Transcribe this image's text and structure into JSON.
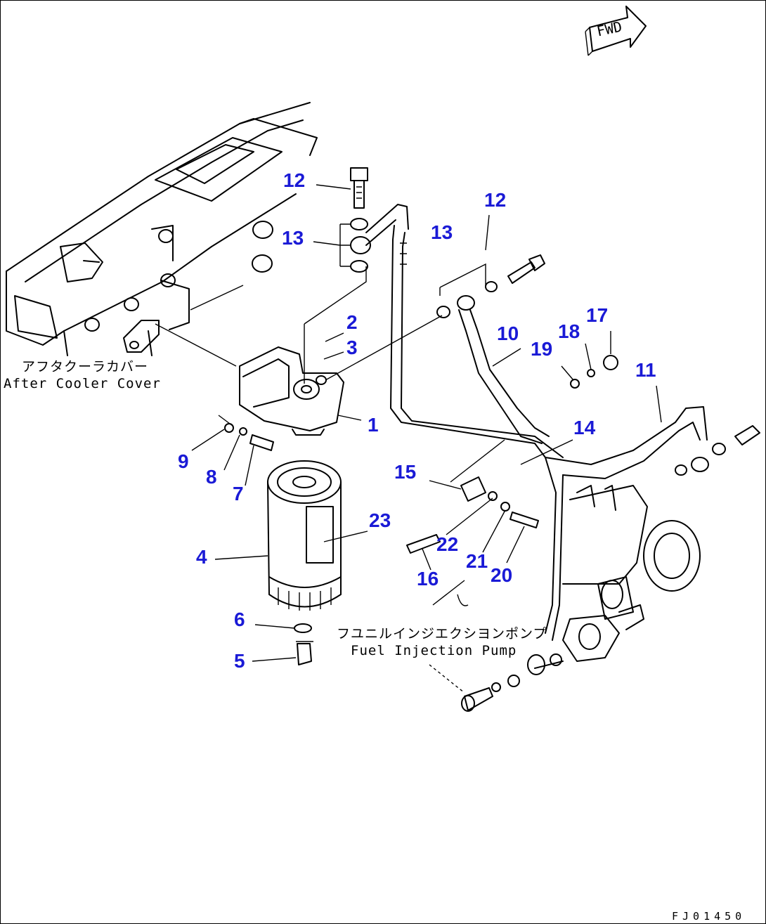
{
  "figure": {
    "fwd_label": "FWD",
    "drawing_code": "FJ01450"
  },
  "notes": {
    "aftercooler_jp": "アフタクーラカバー",
    "aftercooler_en": "After Cooler Cover",
    "pump_jp": "フユニルインジエクシヨンポンプ",
    "pump_en": "Fuel Injection Pump"
  },
  "callouts": [
    {
      "id": "12a",
      "label": "12"
    },
    {
      "id": "13a",
      "label": "13"
    },
    {
      "id": "12b",
      "label": "12"
    },
    {
      "id": "13b",
      "label": "13"
    },
    {
      "id": "2",
      "label": "2"
    },
    {
      "id": "3",
      "label": "3"
    },
    {
      "id": "10",
      "label": "10"
    },
    {
      "id": "17",
      "label": "17"
    },
    {
      "id": "18",
      "label": "18"
    },
    {
      "id": "19",
      "label": "19"
    },
    {
      "id": "11",
      "label": "11"
    },
    {
      "id": "1",
      "label": "1"
    },
    {
      "id": "14",
      "label": "14"
    },
    {
      "id": "9",
      "label": "9"
    },
    {
      "id": "8",
      "label": "8"
    },
    {
      "id": "7",
      "label": "7"
    },
    {
      "id": "15",
      "label": "15"
    },
    {
      "id": "23",
      "label": "23"
    },
    {
      "id": "4",
      "label": "4"
    },
    {
      "id": "22",
      "label": "22"
    },
    {
      "id": "21",
      "label": "21"
    },
    {
      "id": "20",
      "label": "20"
    },
    {
      "id": "16",
      "label": "16"
    },
    {
      "id": "6",
      "label": "6"
    },
    {
      "id": "5",
      "label": "5"
    }
  ],
  "colors": {
    "callout": "#1a1ad6",
    "line": "#000000",
    "background": "#ffffff"
  }
}
